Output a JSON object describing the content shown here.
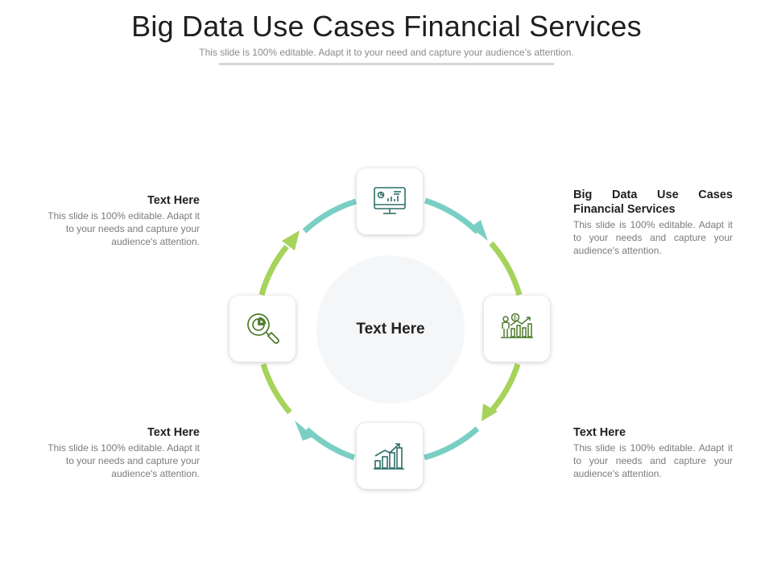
{
  "slide": {
    "title": "Big Data Use Cases Financial Services",
    "subtitle": "This slide is 100% editable. Adapt it to your need and capture your audience’s attention."
  },
  "center": {
    "label": "Text Here"
  },
  "nodes": [
    {
      "position": "top",
      "icon": "monitor-dashboard-icon"
    },
    {
      "position": "right",
      "icon": "investor-growth-chart-icon"
    },
    {
      "position": "bottom",
      "icon": "rising-bar-chart-icon"
    },
    {
      "position": "left",
      "icon": "magnifier-pie-chart-icon"
    }
  ],
  "callouts": {
    "top_right": {
      "heading": "Big Data Use Cases Financial Services",
      "body": "This slide is 100% editable. Adapt it to your needs and capture your audience's attention."
    },
    "bottom_right": {
      "heading": "Text Here",
      "body": "This slide is 100% editable. Adapt it to your needs and capture your audience's attention."
    },
    "top_left": {
      "heading": "Text Here",
      "body": "This slide is 100% editable. Adapt it to your needs and capture your audience's attention."
    },
    "bottom_left": {
      "heading": "Text Here",
      "body": "This slide is 100% editable. Adapt it to your needs and capture your audience's attention."
    }
  },
  "colors": {
    "teal": "#79cfc4",
    "green": "#a6d35a",
    "icon_teal": "#2f6f6a",
    "icon_green": "#4d7a2a"
  }
}
